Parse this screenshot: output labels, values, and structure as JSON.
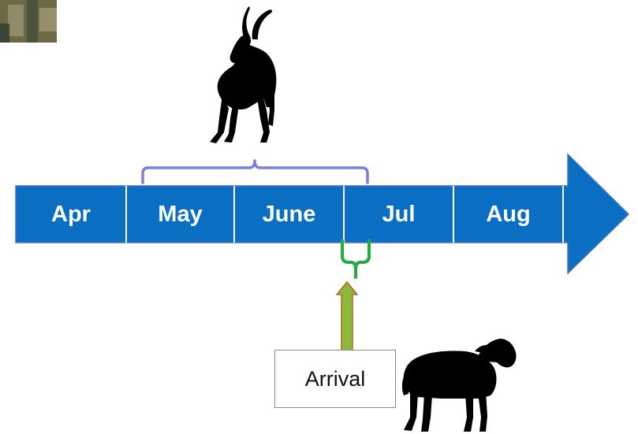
{
  "timeline": {
    "months": [
      "Apr",
      "May",
      "June",
      "Jul",
      "Aug"
    ],
    "bar_color": "#0a6fc2",
    "divider_color": "#ffffff",
    "edge_color": "#4472c4"
  },
  "ibex_period_bracket": {
    "color": "#7b7fe0",
    "spans_months": [
      "May",
      "June"
    ]
  },
  "arrival_bracket": {
    "color": "#22aa44"
  },
  "arrival_arrow": {
    "fill": "#8cb83c",
    "stroke": "#b5651d"
  },
  "arrival_label": "Arrival",
  "silhouette_color": "#000000",
  "photo_thumbnail": {
    "colors": [
      "#6b6a45",
      "#9a9470",
      "#3e4a3a"
    ]
  }
}
